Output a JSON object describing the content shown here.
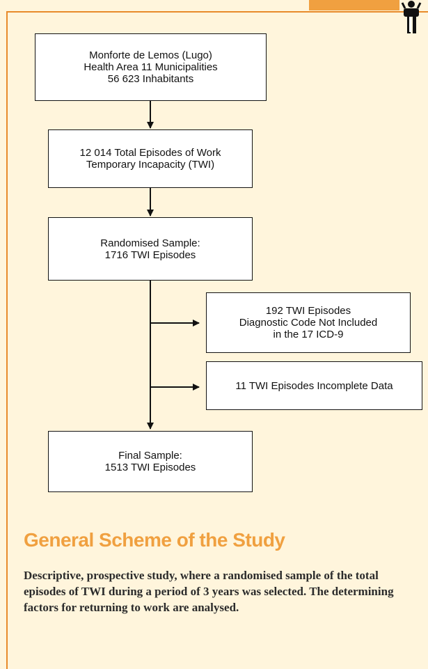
{
  "diagram": {
    "nodes": [
      {
        "id": "population",
        "text": "Monforte de Lemos (Lugo)\nHealth Area 11 Municipalities\n56 623 Inhabitants"
      },
      {
        "id": "total",
        "text": "12 014 Total Episodes of Work\nTemporary Incapacity (TWI)"
      },
      {
        "id": "sample",
        "text": "Randomised Sample:\n1716 TWI Episodes"
      },
      {
        "id": "excluded_code",
        "text": "192 TWI Episodes\nDiagnostic Code Not Included\nin the 17 ICD-9"
      },
      {
        "id": "excluded_incomplete",
        "text": "11 TWI Episodes Incomplete Data"
      },
      {
        "id": "final",
        "text": "Final Sample:\n1513 TWI Episodes"
      }
    ],
    "edges": [
      {
        "from": "population",
        "to": "total"
      },
      {
        "from": "total",
        "to": "sample"
      },
      {
        "from": "sample",
        "to": "final"
      },
      {
        "from": "sample",
        "to": "excluded_code"
      },
      {
        "from": "sample",
        "to": "excluded_incomplete"
      }
    ]
  },
  "section": {
    "title": "General Scheme of the Study",
    "description": "Descriptive, prospective study, where a randomised sample of the total episodes of TWI during a period of 3 years was selected. The determining factors for returning to work are analysed."
  },
  "colors": {
    "accent": "#f0a040",
    "background": "#fff5dc",
    "box_border": "#111111"
  }
}
